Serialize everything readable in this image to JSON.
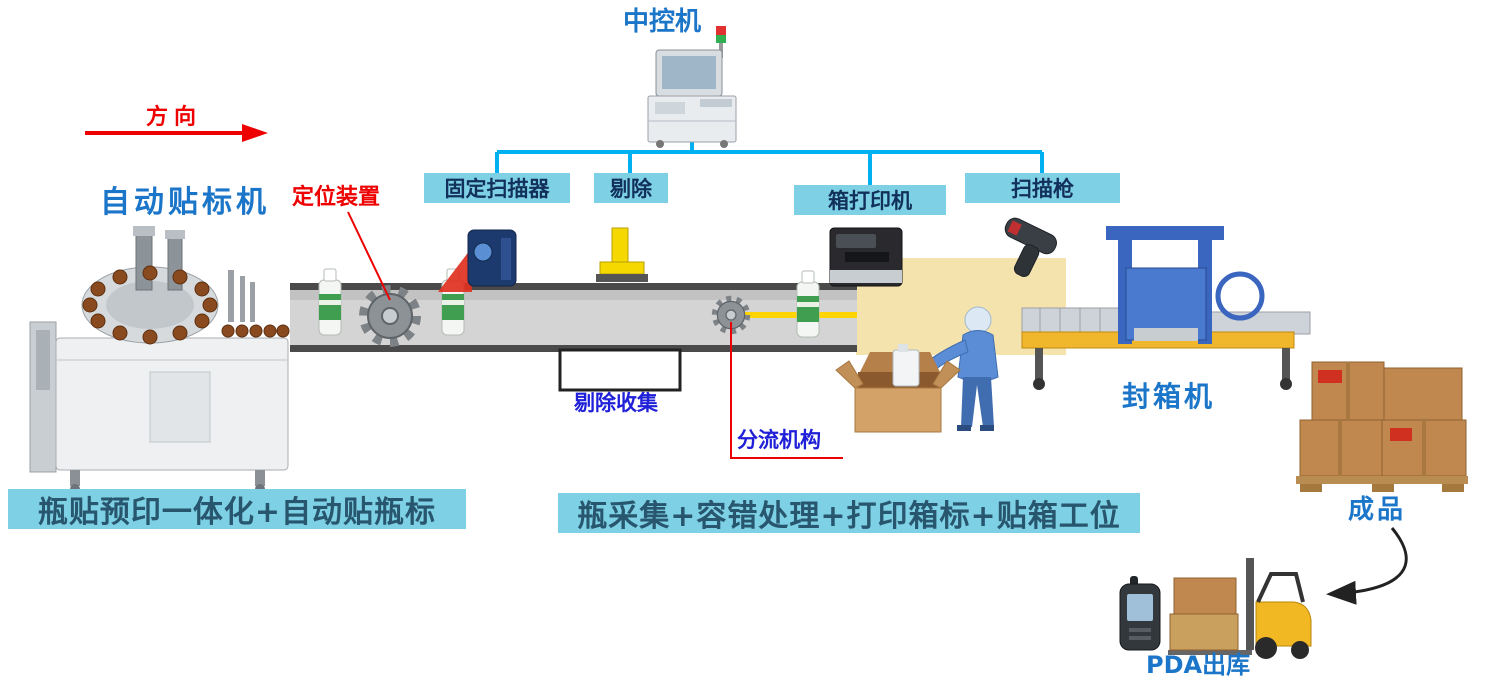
{
  "labels": {
    "direction": "方向",
    "central_control": "中控机",
    "auto_labeler": "自动贴标机",
    "positioning_device": "定位装置",
    "fixed_scanner": "固定扫描器",
    "reject": "剔除",
    "box_printer": "箱打印机",
    "scan_gun": "扫描枪",
    "reject_collection": "剔除收集",
    "diverter": "分流机构",
    "box_sealer": "封箱机",
    "finished_goods": "成品",
    "pda_outbound": "PDA出库"
  },
  "stages": {
    "left": "瓶贴预印一体化+自动贴瓶标",
    "right": "瓶采集+容错处理+打印箱标+贴箱工位"
  },
  "colors": {
    "connector_blue": "#00b0f0",
    "label_bg_cyan": "#7ed0e4",
    "label_text_navy": "#12305c",
    "machine_label_blue": "#1b75c8",
    "accent_red": "#ee0000",
    "note_blue": "#2020d8",
    "stage_text": "#27566e",
    "beige_zone": "#f5e3ae",
    "yellow_line": "#ffd400",
    "conveyor_gray": "#d4d4d4"
  }
}
